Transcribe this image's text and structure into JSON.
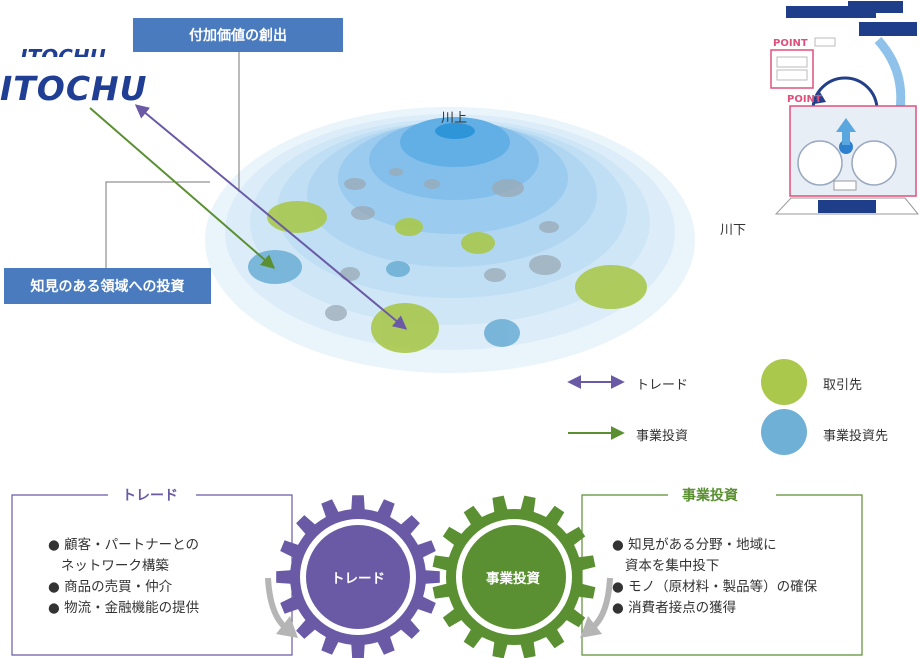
{
  "labels": {
    "value_creation": "付加価値の創出",
    "invest_in_domains": "知見のある領域への投資",
    "upstream": "川上",
    "downstream": "川下"
  },
  "logo": {
    "text": "ITOCHU"
  },
  "legend": {
    "trade": "トレード",
    "business_investment": "事業投資",
    "trade_partner": "取引先",
    "investee": "事業投資先"
  },
  "thumbnail": {
    "point_1": "POINT",
    "point_2": "POINT"
  },
  "panels": {
    "trade": {
      "title": "トレード",
      "items": [
        "顧客・パートナーとの",
        "ネットワーク構築",
        "商品の売買・仲介",
        "物流・金融機能の提供"
      ]
    },
    "investment": {
      "title": "事業投資",
      "items": [
        "知見がある分野・地域に",
        "資本を集中投下",
        "モノ（原材料・製品等）の確保",
        "消費者接点の獲得"
      ]
    }
  },
  "gears": {
    "trade": "トレード",
    "investment": "事業投資"
  },
  "colors": {
    "trade_purple": "#6a5aa6",
    "investment_green": "#5a8f32",
    "partner_green": "#a9c84c",
    "investee_blue": "#6fb0d6",
    "label_blue": "#4a7bbf"
  }
}
